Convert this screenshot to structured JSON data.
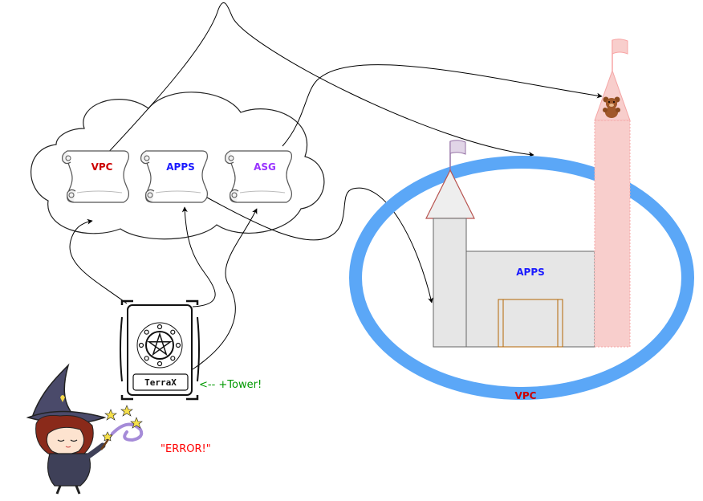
{
  "scrolls": [
    {
      "label": "VPC",
      "color": "#cc0000"
    },
    {
      "label": "APPS",
      "color": "#1a1aff"
    },
    {
      "label": "ASG",
      "color": "#9933ff"
    }
  ],
  "castle": {
    "apps_label": "APPS",
    "apps_color": "#1a1aff",
    "moat_label": "VPC",
    "moat_color": "#cc0000",
    "moat_stroke": "#5ba7f7",
    "tower_fill": "#f8cecc",
    "tower_icon": "teddy-bear-icon"
  },
  "spellbook": {
    "label": "TerraX",
    "icon": "pentagram-icon"
  },
  "annotations": {
    "tower_note": "<--  +Tower!",
    "tower_note_color": "#009900",
    "error_text": "\"ERROR!\"",
    "error_color": "#ff0000"
  },
  "wizard": {
    "icon": "wizard-icon"
  }
}
